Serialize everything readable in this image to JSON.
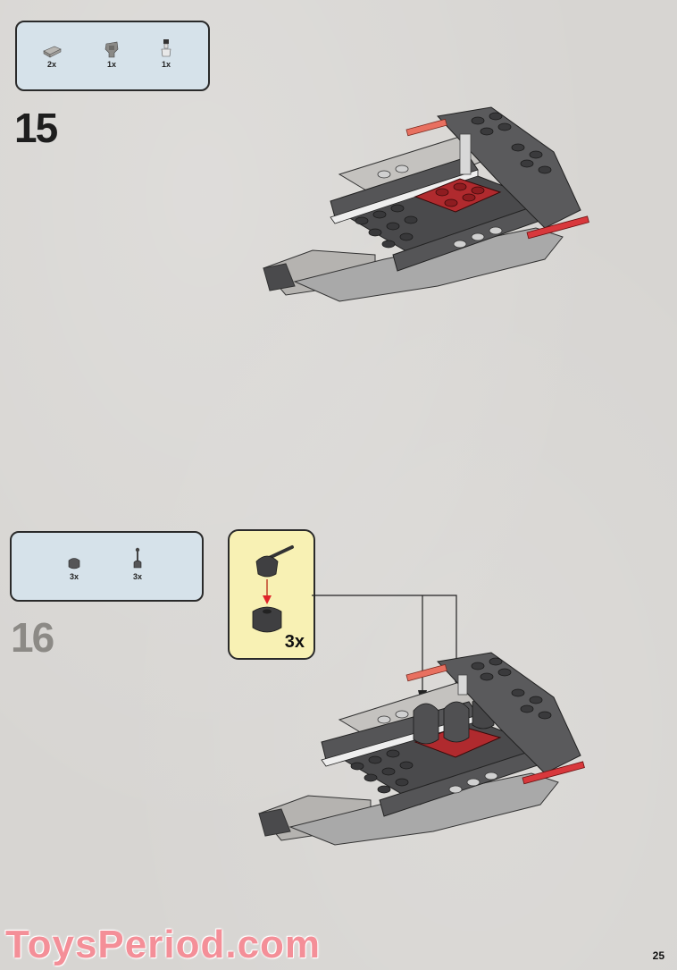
{
  "page": {
    "number": "25",
    "watermark": "ToysPeriod.com",
    "colors": {
      "background": "#d7d5d2",
      "parts_box": "#d6e2ea",
      "callout_box": "#f8f1b4",
      "watermark": "#f48f98",
      "brick_dark": "#4a4a4c",
      "brick_light": "#a9a9a9",
      "brick_red": "#b02a2e",
      "arrow_red": "#e0242a"
    }
  },
  "steps": [
    {
      "number": "15",
      "parts": [
        {
          "icon": "light-gray-plate-1x2-icon",
          "qty": "2x"
        },
        {
          "icon": "gray-clip-bracket-icon",
          "qty": "1x"
        },
        {
          "icon": "white-antenna-piece-icon",
          "qty": "1x"
        }
      ],
      "model": "ship-model-step-15"
    },
    {
      "number": "16",
      "parts": [
        {
          "icon": "dark-gray-cone-round-brick-icon",
          "qty": "3x"
        },
        {
          "icon": "dark-gray-lever-joystick-icon",
          "qty": "3x"
        }
      ],
      "subassembly": {
        "qty": "3x",
        "icon": "lever-on-round-brick-subassembly-icon"
      },
      "model": "ship-model-step-16"
    }
  ]
}
